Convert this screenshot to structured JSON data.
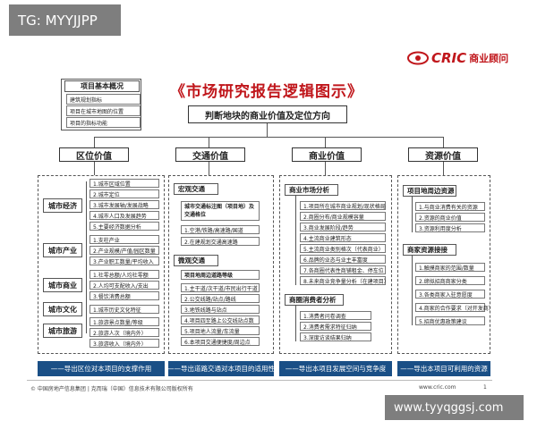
{
  "watermark_top": "TG: MYYJJPP",
  "watermark_bottom": "www.tyyqggsj.com",
  "title": "《市场研究报告逻辑图示》",
  "logo": {
    "brand": "CRIC",
    "tagline": "商业顾问"
  },
  "basic": {
    "header": "项目基本概况",
    "items": [
      "建筑规划指标",
      "项目在城市地图的位置",
      "项目的指标功能"
    ]
  },
  "central": "判断地块的商业价值及定位方向",
  "columns": [
    {
      "header": "区位价值",
      "band": "——导出区位对本项目的支撑作用"
    },
    {
      "header": "交通价值",
      "band": "——导出道路交通对本项目的适用性"
    },
    {
      "header": "商业价值",
      "band": "——导出本项目发展空间与竞争度"
    },
    {
      "header": "资源价值",
      "band": "——导出本项目可利用的资源"
    }
  ],
  "location": {
    "groups": [
      {
        "label": "城市经济",
        "items": [
          "1.城市区域位置",
          "2.城市定位",
          "3.城市发展轴/发展战略",
          "4.城市人口及发展趋势",
          "5.主要经济数据分析"
        ]
      },
      {
        "label": "城市产业",
        "items": [
          "1.支柱产业",
          "2.产业规模/产值/园区数量",
          "3.产业职工数量/平均收入"
        ]
      },
      {
        "label": "城市商业",
        "items": [
          "1.社零总额/人均社零额",
          "2.人均可支配收入/支出",
          "3.餐饮消费总额"
        ]
      },
      {
        "label": "城市文化",
        "items": [
          "1.城市历史文化特征"
        ]
      },
      {
        "label": "城市旅游",
        "items": [
          "1.旅游景点数量/等级",
          "2.旅游人次（境内外）",
          "3.旅游收入（境内外）"
        ]
      }
    ]
  },
  "traffic": {
    "sec1": "宏观交通",
    "sub1": "城市交通标注图（项目地）及交通格位",
    "sec1_items": [
      "1.空港/铁路/高速路/国道",
      "2.在建规划交通高速路"
    ],
    "sec2": "微观交通",
    "sub2": "项目地周边道路等级",
    "sec2_items": [
      "1.主干道/次干道/市民出行干道",
      "2.公交线路/站点/路线",
      "3.地铁线路与站点",
      "4.项目四至路上公交线站点数",
      "5.项目地人流量/车流量",
      "6.本项目交通便捷度/周边点"
    ]
  },
  "commerce": {
    "sec1": "商业市场分析",
    "sec1_items": [
      "1.项目所在城市商业规划/现状格局",
      "2.商圈分布/商业规模容量",
      "3.商业发展阶段/趋势",
      "4.主流商业建筑形态",
      "5.主流商业类别格次（代表商业）",
      "6.品牌的业态与业主丰富度",
      "7.各商圈代表性商铺租金、停车位",
      "8.未来商业竞争量分析（在建项目）"
    ],
    "sec2": "商圈消费者分析",
    "sec2_items": [
      "1.消费者问卷调查",
      "2.消费者需求特征归纳",
      "3.深度访谈结果归纳"
    ]
  },
  "resource": {
    "sec1": "项目地周边资源",
    "sec1_items": [
      "1.与商业消费有关的资源",
      "2.资源的商业价值",
      "3.资源利用度分析"
    ],
    "sec2": "商家资源接接",
    "sec2_items": [
      "1.触摸商家的范围/数量",
      "2.缔拟招商商家分类",
      "3.各类商家入驻意愿度",
      "4.商家的合作要求（对开发商）",
      "5.招商优惠政策建议"
    ]
  },
  "footer": {
    "left": "© 中国房地产信息集团 | 克而瑞（中国）信息技术有限公司版权所有",
    "url": "www.cric.com",
    "page": "1"
  }
}
